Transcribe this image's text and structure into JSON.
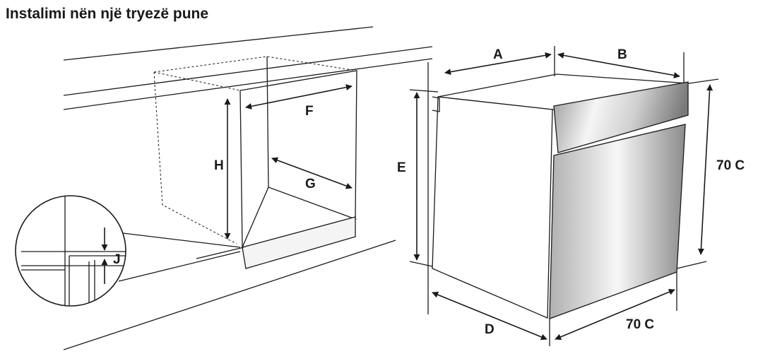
{
  "title": "Instalimi nën një tryezë pune",
  "labels": {
    "a": "A",
    "b": "B",
    "d": "D",
    "e": "E",
    "f": "F",
    "g": "G",
    "h": "H",
    "j": "J",
    "height": "70 C",
    "width": "70 C"
  },
  "colors": {
    "line": "#1a1a1a",
    "steel_light": "#f2f2f2",
    "steel_dark": "#8a8a8a"
  }
}
